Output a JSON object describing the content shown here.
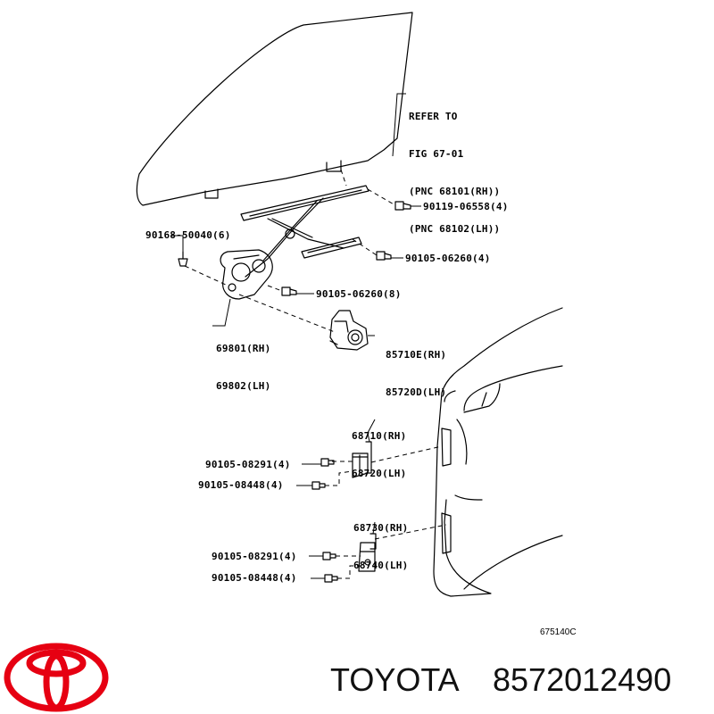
{
  "refer_note": [
    "REFER TO",
    "FIG 67-01",
    "(PNC 68101(RH))",
    "(PNC 68102(LH))"
  ],
  "callouts": {
    "bolt_90119": "90119-06558(4)",
    "bolt_90168": "90168-50040(6)",
    "bolt_90105_a": "90105-06260(4)",
    "bolt_90105_b": "90105-06260(8)",
    "regulator_rh": "69801(RH)",
    "regulator_lh": "69802(LH)",
    "motor_rh": "85710E(RH)",
    "motor_lh": "85720D(LH)",
    "upper_hinge_rh": "68710(RH)",
    "upper_hinge_lh": "68720(LH)",
    "upper_bolt_1": "90105-08291(4)",
    "upper_bolt_2": "90105-08448(4)",
    "lower_hinge_rh": "68730(RH)",
    "lower_hinge_lh": "68740(LH)",
    "lower_bolt_1": "90105-08291(4)",
    "lower_bolt_2": "90105-08448(4)"
  },
  "figure_code": "675140C",
  "brand": {
    "name": "TOYOTA",
    "part_number": "8572012490",
    "logo_color": "#e60012"
  }
}
